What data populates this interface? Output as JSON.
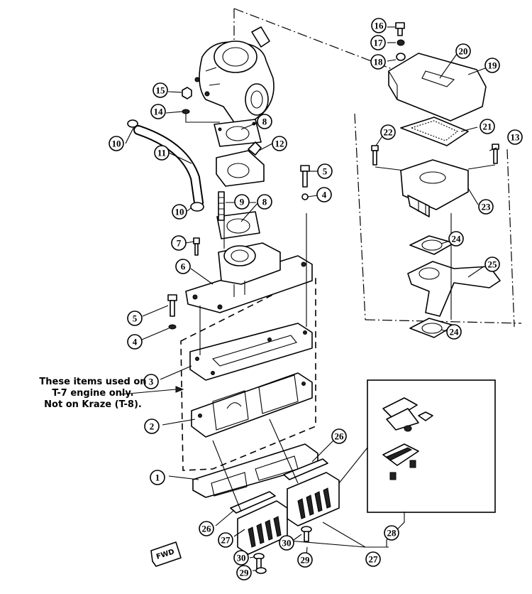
{
  "note": {
    "line1": "These items used on",
    "line2": "T-7 engine only.",
    "line3": "Not on Kraze (T-8)."
  },
  "fwd_label": "FWD",
  "callouts": [
    "1",
    "2",
    "3",
    "4",
    "5",
    "6",
    "7",
    "8",
    "9",
    "10",
    "11",
    "12",
    "13",
    "14",
    "15",
    "16",
    "17",
    "18",
    "19",
    "20",
    "21",
    "22",
    "23",
    "24",
    "25",
    "26",
    "27",
    "28",
    "29",
    "30"
  ]
}
